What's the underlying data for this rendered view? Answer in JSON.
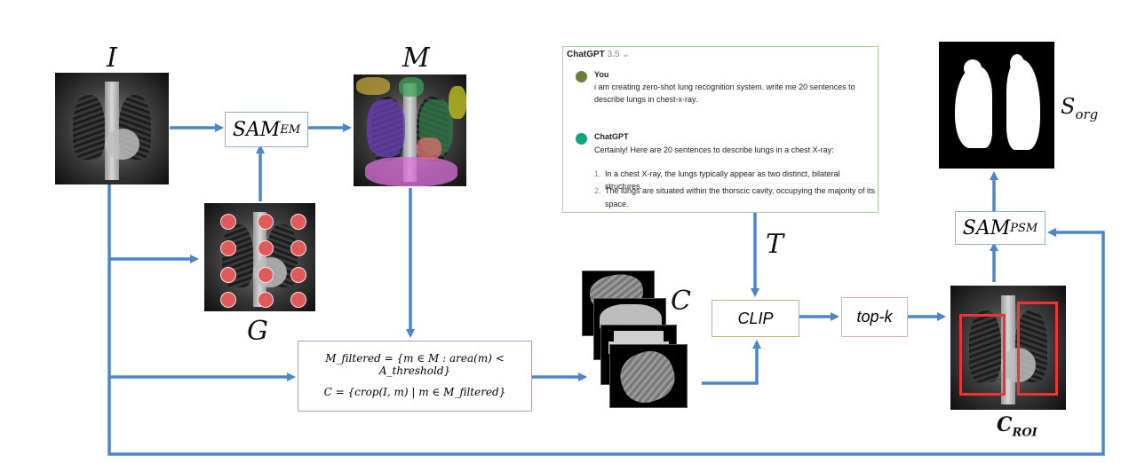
{
  "labels": {
    "input_image": "I",
    "masks": "M",
    "grid": "G",
    "crops": "C",
    "text": "T",
    "output": "S",
    "output_sub": "org",
    "roi": "C",
    "roi_sub": "ROI"
  },
  "boxes": {
    "sam_em": {
      "main": "SAM",
      "sub": "EM"
    },
    "sam_psm": {
      "main": "SAM",
      "sub": "PSM"
    },
    "clip": "CLIP",
    "topk": "top-k"
  },
  "formulas": {
    "line1": "M_filtered = {m ∈ M : area(m) < A_threshold}",
    "line2": "C = {crop(I, m) | m ∈ M_filtered}"
  },
  "chat": {
    "title": "ChatGPT",
    "version": "3.5 ⌄",
    "user_name": "You",
    "user_msg_1": "i am creating zero-shot lung recognition system. write me 20 sentences to",
    "user_msg_2": "describe lungs in chest-x-ray.",
    "bot_name": "ChatGPT",
    "bot_intro": "Certainly! Here are 20 sentences to describe lungs in a chest X-ray:",
    "item_1_num": "1.",
    "item_1": "In a chest X-ray, the lungs typically appear as two distinct, bilateral structures.",
    "item_2_num": "2.",
    "item_2_a": "The lungs are situated within the thorscic cavity, occupying the majority of its",
    "item_2_b": "space."
  },
  "colors": {
    "arrow": "#4a86c8",
    "roi_box": "#e33333",
    "grid_dot": "#e05a5a"
  }
}
